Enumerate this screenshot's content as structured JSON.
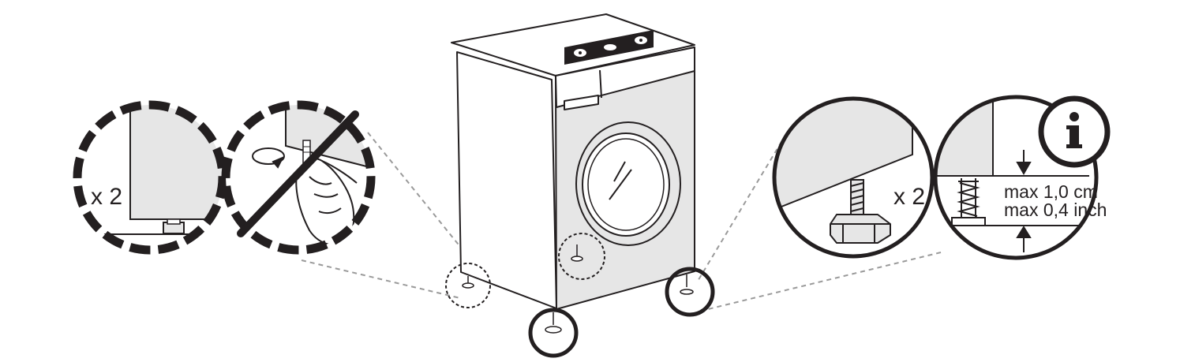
{
  "labels": {
    "count_left": "x 2",
    "count_right": "x 2",
    "max_cm": "max 1,0 cm",
    "max_inch": "max 0,4 inch",
    "info_symbol": "i"
  },
  "icons": {
    "rotate": "rotate-arrow-icon",
    "prohibited": "prohibited-slash-icon",
    "info": "info-icon",
    "level": "spirit-level-icon"
  },
  "colors": {
    "ink": "#231f20",
    "panel": "#e6e6e6",
    "leader": "#9a9a9a"
  }
}
